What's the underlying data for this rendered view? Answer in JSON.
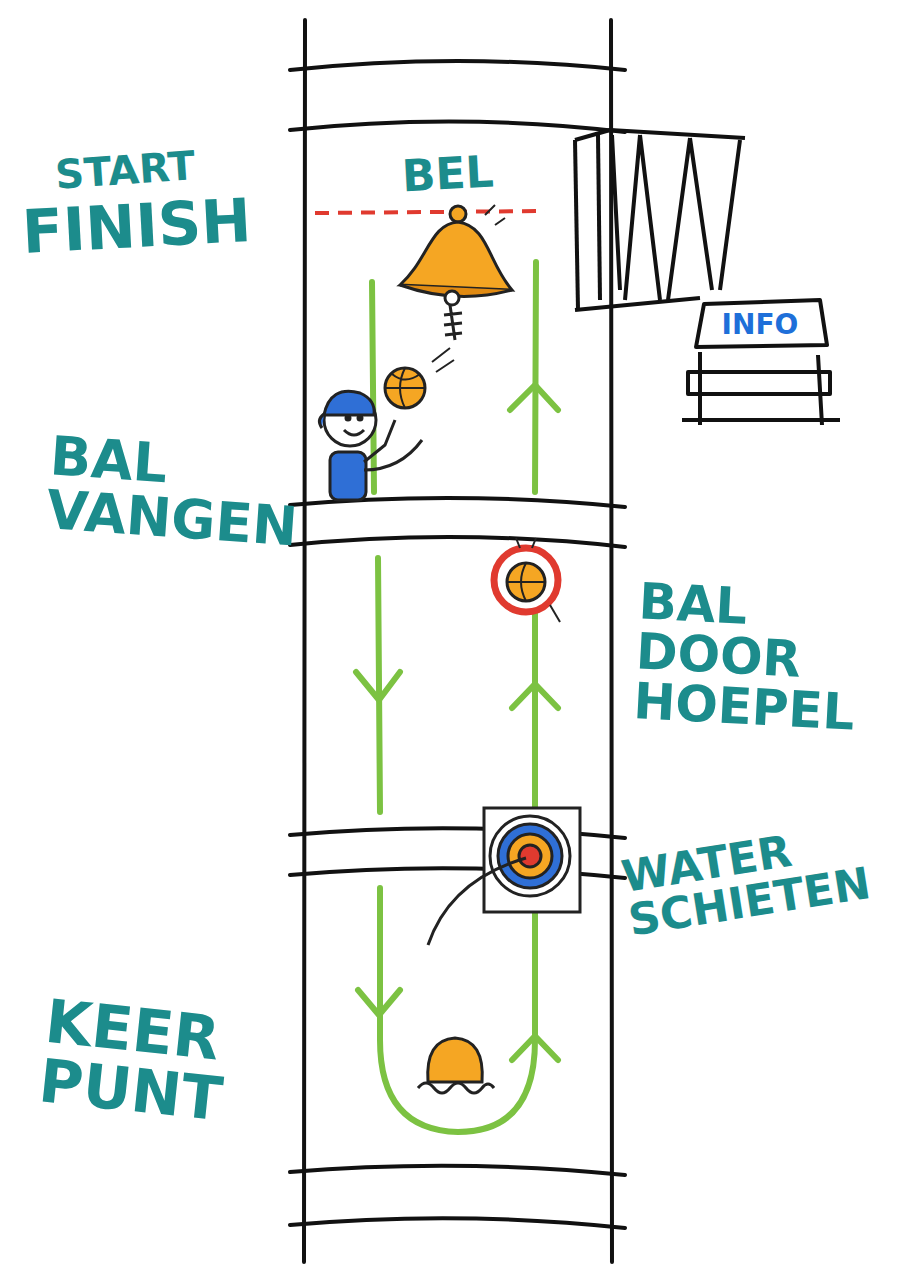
{
  "diagram": {
    "nodes": [
      {
        "text": [
          "INFO"
        ]
      }
    ],
    "labels": [
      "START",
      "FINISH",
      "BEL",
      "BAL VANGEN",
      "BAL DOOR HOEPEL",
      "WATER SCHIETEN",
      "KEER PUNT"
    ]
  }
}
